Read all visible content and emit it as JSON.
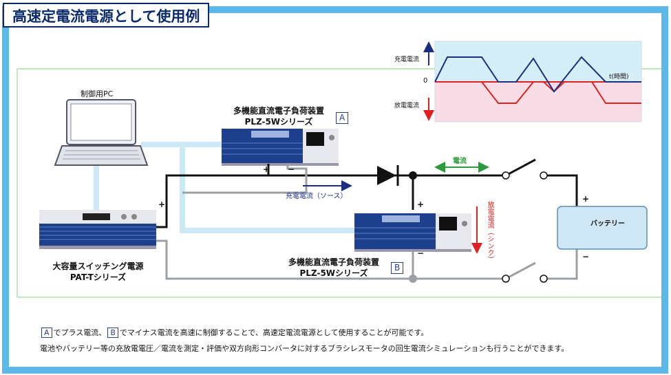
{
  "title": "高速定電流電源として使用例",
  "pc_label": "制御用PC",
  "load_a": {
    "name": "多機能直流電子負荷装置",
    "series": "PLZ-5Wシリーズ",
    "badge": "A"
  },
  "load_b": {
    "name": "多機能直流電子負荷装置",
    "series": "PLZ-5Wシリーズ",
    "badge": "B"
  },
  "supply": {
    "name": "大容量スイッチング電源",
    "series": "PAT-Tシリーズ"
  },
  "battery_label": "バッテリー",
  "current_label": "電流",
  "charge_current_label": "充電電流（ソース）",
  "discharge_current_label": "放電電流（シンク）",
  "polarity": {
    "plus": "+",
    "minus": "−"
  },
  "graph": {
    "charge_label": "充電電流",
    "discharge_label": "放電電流",
    "zero_label": "0",
    "time_label": "t(時間)"
  },
  "notes": {
    "badge_a": "A",
    "badge_b": "B",
    "line1_part1": "でプラス電流、",
    "line1_part2": "でマイナス電流を高速に制御することで、高速定電流電源として使用することが可能です。",
    "line2": "電池やバッテリー等の充放電電圧／電流を測定・評価や双方向形コンバータに対するブラシレスモータの回生電流シミュレーションも行うことができます。"
  },
  "colors": {
    "frame": "#5bb8e8",
    "navy": "#0a2a6b",
    "charge_line": "#1a2f80",
    "discharge_line": "#e02020",
    "green_arrow": "#2a9a3a",
    "battery_fill": "#cfe6f5",
    "graph_top": "#d6eef8",
    "graph_bottom": "#f8dde6"
  }
}
